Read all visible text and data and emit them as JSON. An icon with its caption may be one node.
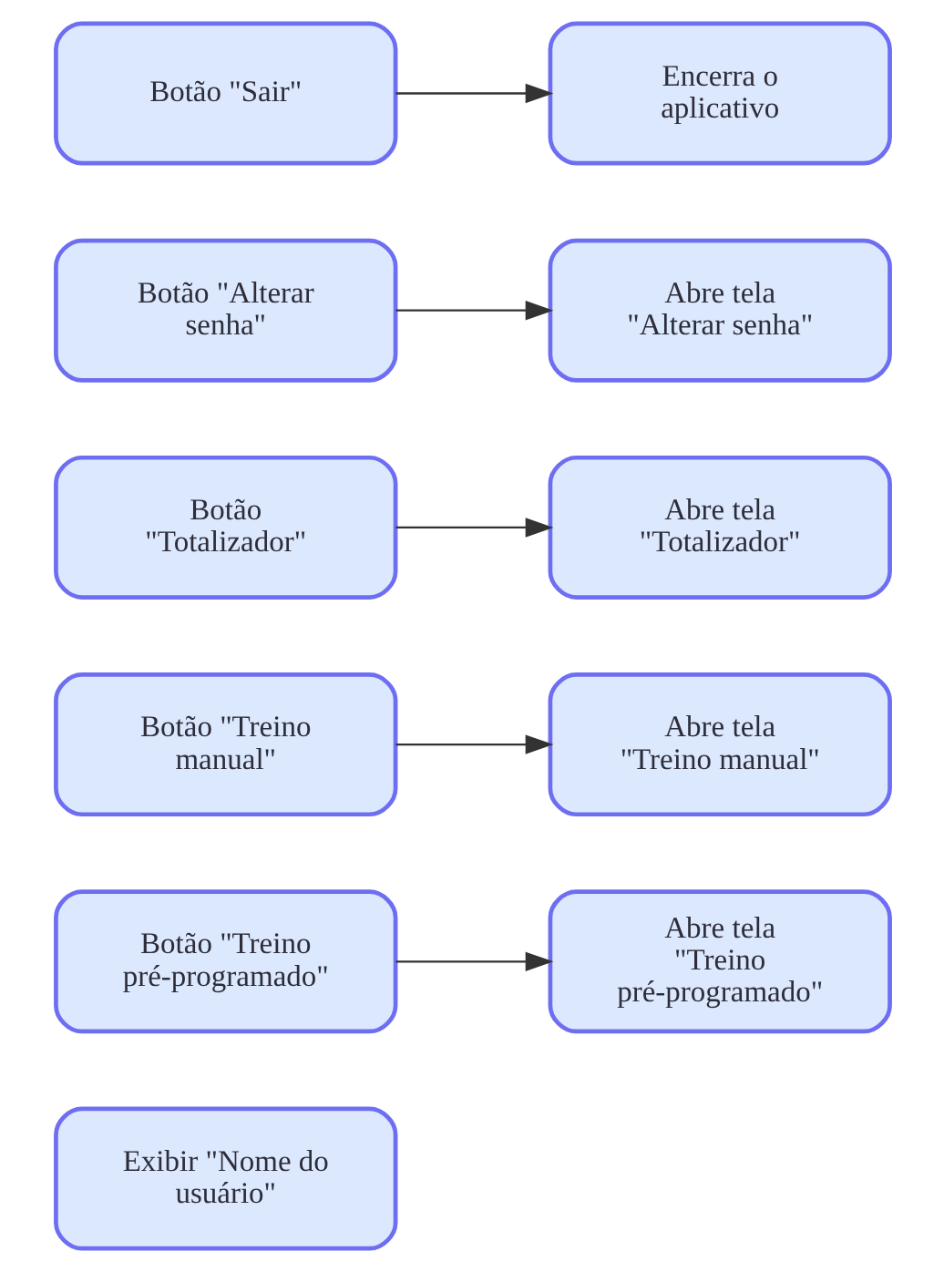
{
  "diagram": {
    "nodes": [
      {
        "text": [
          "Exibir \"Nome do usuário\""
        ]
      },
      {
        "text": [
          "Botão \"Treino pré-programado\""
        ]
      },
      {
        "text": [
          "Abre tela \"Treino pré-programado\""
        ]
      },
      {
        "text": [
          "Botão \"Treino manual\""
        ]
      },
      {
        "text": [
          "Abre tela \"Treino manual\""
        ]
      },
      {
        "text": [
          "Botão \"Totalizador\""
        ]
      },
      {
        "text": [
          "Abre tela \"Totalizador\""
        ]
      },
      {
        "text": [
          "Botão \"Alterar senha\""
        ]
      },
      {
        "text": [
          "Abre tela \"Alterar senha\""
        ]
      },
      {
        "text": [
          "Botão \"Sair\""
        ]
      },
      {
        "text": [
          "Encerra o aplicativo"
        ]
      }
    ],
    "edges": [
      {
        "from": 1,
        "to": 2,
        "arrow": "to"
      },
      {
        "from": 3,
        "to": 4,
        "arrow": "to"
      },
      {
        "from": 5,
        "to": 6,
        "arrow": "to"
      },
      {
        "from": 7,
        "to": 8,
        "arrow": "to"
      },
      {
        "from": 9,
        "to": 10,
        "arrow": "to"
      }
    ]
  }
}
